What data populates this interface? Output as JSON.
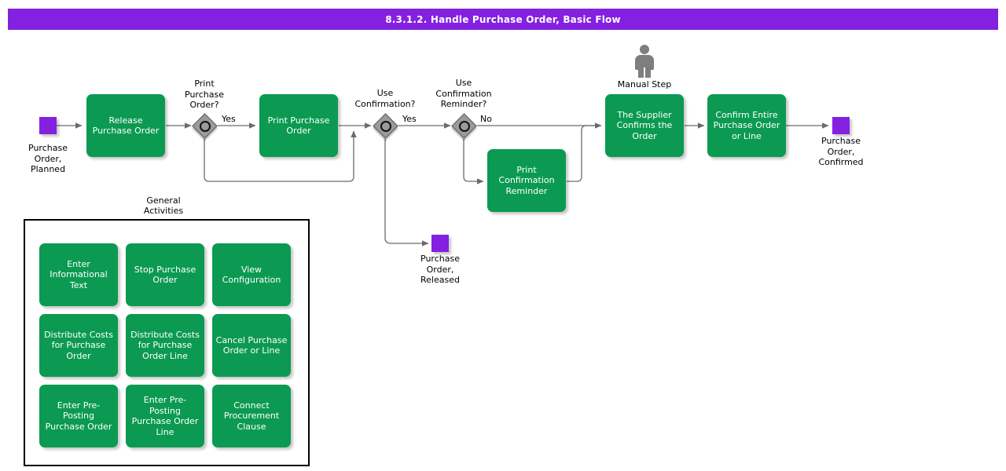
{
  "header": {
    "title": "8.3.1.2. Handle Purchase Order, Basic Flow",
    "bar_color": "#8420E0"
  },
  "colors": {
    "task": "#0C9A52",
    "event": "#8420E0",
    "gateway": "#9A9A9A",
    "person": "#7E7E7E",
    "connector": "#6b6b6b",
    "text_on_task": "#ffffff",
    "text": "#000000"
  },
  "flow": {
    "start_event": {
      "name": "purchase-order-planned",
      "label": "Purchase\nOrder,\nPlanned"
    },
    "tasks": [
      {
        "id": "release-purchase-order",
        "label": "Release\nPurchase Order"
      },
      {
        "id": "print-purchase-order",
        "label": "Print Purchase\nOrder"
      },
      {
        "id": "print-confirmation-reminder",
        "label": "Print\nConfirmation\nReminder"
      },
      {
        "id": "supplier-confirms-order",
        "label": "The Supplier\nConfirms the\nOrder"
      },
      {
        "id": "confirm-entire-purchase-order-or-line",
        "label": "Confirm Entire\nPurchase Order\nor Line"
      }
    ],
    "gateways": [
      {
        "id": "print-purchase-order-gateway",
        "label": "Print\nPurchase\nOrder?",
        "branch_label": "Yes"
      },
      {
        "id": "use-confirmation-gateway",
        "label": "Use\nConfirmation?",
        "branch_label": "Yes"
      },
      {
        "id": "use-confirmation-reminder-gateway",
        "label": "Use\nConfirmation\nReminder?",
        "branch_label": "No"
      }
    ],
    "manual_step": {
      "label": "Manual Step",
      "icon": "person-icon"
    },
    "end_events": [
      {
        "id": "purchase-order-released",
        "label": "Purchase\nOrder,\nReleased"
      },
      {
        "id": "purchase-order-confirmed",
        "label": "Purchase\nOrder,\nConfirmed"
      }
    ]
  },
  "general_activities": {
    "title": "General\nActivities",
    "items": [
      {
        "id": "enter-informational-text",
        "label": "Enter\nInformational\nText"
      },
      {
        "id": "stop-purchase-order",
        "label": "Stop Purchase\nOrder"
      },
      {
        "id": "view-configuration",
        "label": "View\nConfiguration"
      },
      {
        "id": "distribute-costs-for-purchase-order",
        "label": "Distribute Costs\nfor Purchase\nOrder"
      },
      {
        "id": "distribute-costs-for-purchase-order-line",
        "label": "Distribute Costs\nfor Purchase\nOrder Line"
      },
      {
        "id": "cancel-purchase-order-or-line",
        "label": "Cancel Purchase\nOrder or Line"
      },
      {
        "id": "enter-pre-posting-purchase-order",
        "label": "Enter Pre-\nPosting\nPurchase Order"
      },
      {
        "id": "enter-pre-posting-purchase-order-line",
        "label": "Enter Pre-\nPosting\nPurchase Order\nLine"
      },
      {
        "id": "connect-procurement-clause",
        "label": "Connect\nProcurement\nClause"
      }
    ]
  }
}
